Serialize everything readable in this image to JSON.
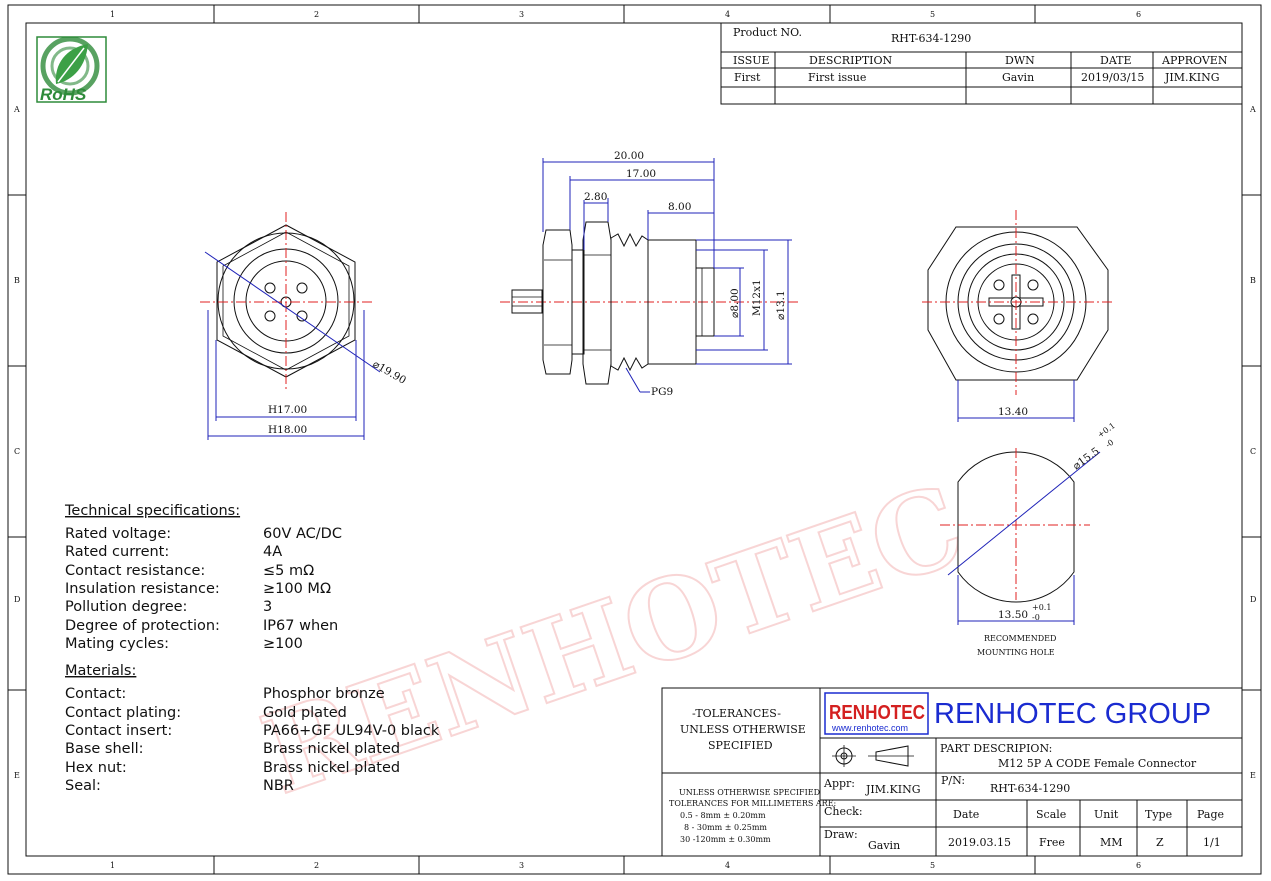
{
  "border": {
    "cols": [
      "1",
      "2",
      "3",
      "4",
      "5",
      "6"
    ],
    "rows": [
      "A",
      "B",
      "C",
      "D",
      "E"
    ]
  },
  "watermark": "RENHOTEC",
  "logo": {
    "text": "RoHS",
    "color": "#2e8b3a"
  },
  "revision_block": {
    "product_no_label": "Product NO.",
    "product_no": "RHT-634-1290",
    "headers": [
      "ISSUE",
      "DESCRIPTION",
      "DWN",
      "DATE",
      "APPROVEN"
    ],
    "rows": [
      [
        "First",
        "First issue",
        "Gavin",
        "2019/03/15",
        "JIM.KING"
      ]
    ]
  },
  "dimensions": {
    "front_diameter": "⌀19.90",
    "hex_h17": "H17.00",
    "hex_h18": "H18.00",
    "len_20": "20.00",
    "len_17": "17.00",
    "len_280": "2.80",
    "len_8": "8.00",
    "dia_8": "⌀8.00",
    "thread": "M12x1",
    "dia_131": "⌀13.1",
    "pg9": "PG9",
    "back_width": "13.40",
    "hole_dia": "⌀15.5",
    "hole_dia_tol_plus": "+0.1",
    "hole_dia_tol_minus": "-0",
    "hole_width": "13.50",
    "hole_width_tol_plus": "+0.1",
    "hole_width_tol_minus": "-0",
    "hole_caption_1": "RECOMMENDED",
    "hole_caption_2": "MOUNTING HOLE"
  },
  "specs": {
    "heading": "Technical specifications:",
    "items": [
      {
        "label": "Rated voltage:",
        "value": "60V AC/DC"
      },
      {
        "label": "Rated current:",
        "value": "4A"
      },
      {
        "label": "Contact resistance:",
        "value": "≤5 mΩ"
      },
      {
        "label": "Insulation resistance:",
        "value": "≥100 MΩ"
      },
      {
        "label": "Pollution degree:",
        "value": "3"
      },
      {
        "label": "Degree of protection:",
        "value": "IP67 when"
      },
      {
        "label": "Mating cycles:",
        "value": "≥100"
      }
    ]
  },
  "materials": {
    "heading": "Materials:",
    "items": [
      {
        "label": "Contact:",
        "value": "Phosphor bronze"
      },
      {
        "label": "Contact plating:",
        "value": "Gold plated"
      },
      {
        "label": "Contact insert:",
        "value": "PA66+GF UL94V-0 black"
      },
      {
        "label": "Base shell:",
        "value": "Brass nickel plated"
      },
      {
        "label": "Hex nut:",
        "value": "Brass nickel plated"
      },
      {
        "label": "Seal:",
        "value": "NBR"
      }
    ]
  },
  "title_block": {
    "tol_1": "-TOLERANCES-",
    "tol_2": "UNLESS OTHERWISE",
    "tol_3": "SPECIFIED",
    "tol_small_1": "UNLESS OTHERWISE SPECIFIED",
    "tol_small_2": "TOLERANCES FOR MILLIMETERS ARE:",
    "tol_small_3": "0.5 - 8mm ± 0.20mm",
    "tol_small_4": "8 - 30mm ± 0.25mm",
    "tol_small_5": "30 -120mm ± 0.30mm",
    "logo_text": "RENHOTEC",
    "logo_url": "www.renhotec.com",
    "company": "RENHOTEC GROUP",
    "part_desc_label": "PART DESCRIPION:",
    "part_desc": "M12 5P A CODE Female Connector",
    "appr_label": "Appr:",
    "appr": "JIM.KING",
    "pn_label": "P/N:",
    "pn": "RHT-634-1290",
    "check_label": "Check:",
    "draw_label": "Draw:",
    "draw": "Gavin",
    "cols": [
      "Date",
      "Scale",
      "Unit",
      "Type",
      "Page"
    ],
    "vals": [
      "2019.03.15",
      "Free",
      "MM",
      "Z",
      "1/1"
    ],
    "brand_color": "#1a2bd0",
    "logo_red": "#d42020"
  }
}
